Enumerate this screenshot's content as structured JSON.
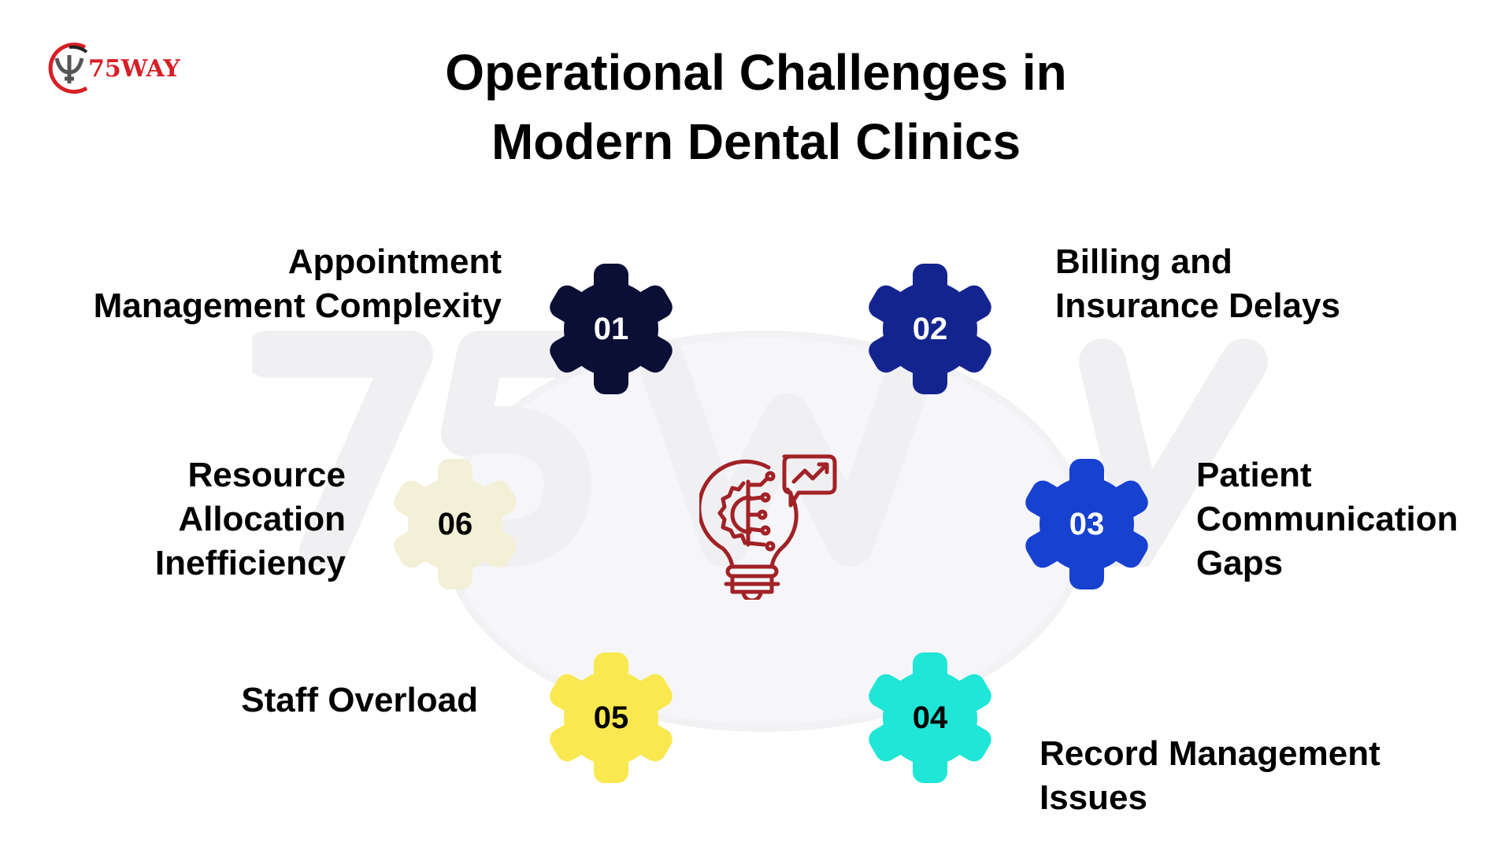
{
  "logo": {
    "text": "75WAY",
    "brand_color": "#d71f26"
  },
  "title": {
    "line1": "Operational Challenges in",
    "line2": "Modern Dental Clinics"
  },
  "watermark": "75way",
  "center_icon": "lightbulb-gear-chart-icon",
  "challenges": [
    {
      "num": "01",
      "lines": [
        "Appointment",
        "Management Complexity"
      ],
      "color": "#0b0f35",
      "text_color": "#ffffff"
    },
    {
      "num": "02",
      "lines": [
        "Billing and",
        "Insurance Delays"
      ],
      "color": "#14248f",
      "text_color": "#ffffff"
    },
    {
      "num": "03",
      "lines": [
        "Patient",
        "Communication",
        "Gaps"
      ],
      "color": "#1741cf",
      "text_color": "#ffffff"
    },
    {
      "num": "04",
      "lines": [
        "Record Management",
        "Issues"
      ],
      "color": "#1fe6d6",
      "text_color": "#000000"
    },
    {
      "num": "05",
      "lines": [
        "Staff Overload"
      ],
      "color": "#f9e84f",
      "text_color": "#000000"
    },
    {
      "num": "06",
      "lines": [
        "Resource",
        "Allocation",
        "Inefficiency"
      ],
      "color": "#f2f0d6",
      "text_color": "#000000"
    }
  ]
}
